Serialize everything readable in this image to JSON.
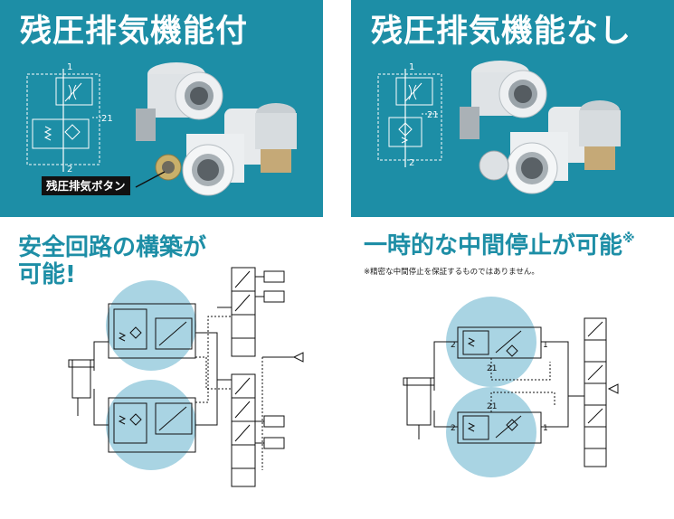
{
  "left": {
    "title": "残圧排気機能付",
    "callout": "残圧排気ボタン",
    "heading_line1": "安全回路の構築が",
    "heading_line2": "可能!",
    "port_labels": [
      "1",
      "21",
      "2"
    ]
  },
  "right": {
    "title": "残圧排気機能なし",
    "heading": "一時的な中間停止が可能",
    "heading_mark": "※",
    "note": "※精密な中間停止を保証するものではありません。",
    "port_labels": [
      "1",
      "21",
      "2"
    ],
    "circuit_labels": [
      "2",
      "1",
      "21",
      "21",
      "2",
      "1"
    ]
  },
  "colors": {
    "band": "#1d8ea6",
    "heading": "#1d8ea6",
    "circle": "#a9d4e3",
    "callout_bg": "#111111"
  }
}
